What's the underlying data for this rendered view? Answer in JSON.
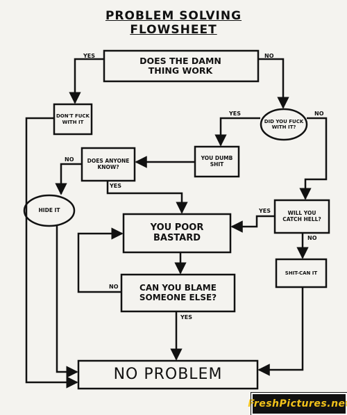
{
  "title": {
    "line1": "PROBLEM SOLVING",
    "line2": "FLOWSHEET"
  },
  "nodes": {
    "does_work": "DOES THE DAMN THING WORK",
    "dont_fuck": "DON'T FUCK WITH IT",
    "did_you_fuck": "DID YOU FUCK WITH IT?",
    "dumb_shit": "YOU DUMB SHIT",
    "anyone_know": "DOES ANYONE KNOW?",
    "hide_it": "HIDE IT",
    "catch_hell": "WILL YOU CATCH HELL?",
    "poor_bastard": "YOU POOR BASTARD",
    "shit_can": "SHIT-CAN IT",
    "blame": "CAN YOU BLAME SOMEONE ELSE?",
    "no_problem": "NO PROBLEM"
  },
  "edges": {
    "yes": "YES",
    "no": "NO"
  },
  "watermark": "FreshPictures.net"
}
